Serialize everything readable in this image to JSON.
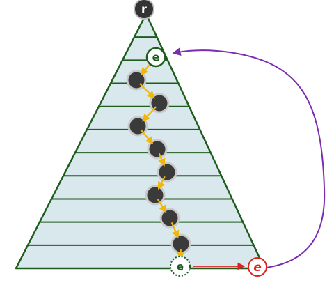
{
  "diagram": {
    "root": {
      "label": "r"
    },
    "top_node": {
      "label": "e"
    },
    "bottom_node": {
      "label": "e"
    },
    "external_node": {
      "label": "e"
    },
    "tree_levels": 11,
    "path_nodes": 9,
    "corner_text": "",
    "colors": {
      "tree_fill": "#d8e8ec",
      "tree_stroke": "#1e5d1e",
      "root_fill": "#333333",
      "path_node_fill": "#3a3a3a",
      "path_node_ring": "#c9c9c9",
      "path_arrow": "#f2b705",
      "top_node_fill": "#ffffff",
      "top_node_stroke": "#1e5d1e",
      "red_arrow": "#e02020",
      "purple_curve": "#7a2db0"
    }
  }
}
